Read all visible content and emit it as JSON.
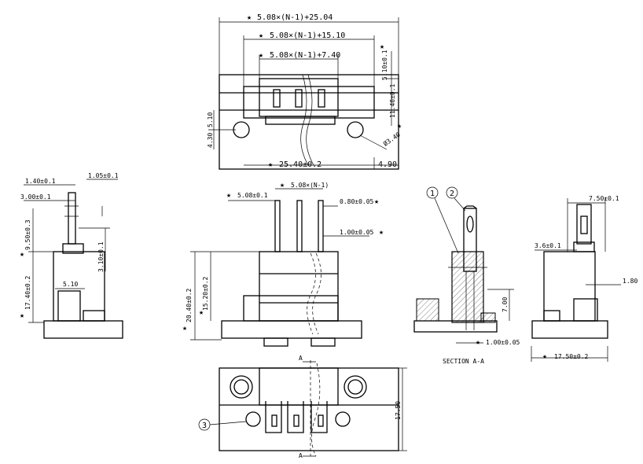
{
  "dimensions": {
    "top_overall": "5.08×(N-1)+25.04",
    "top_mid": "5.08×(N-1)+15.10",
    "top_inner": "5.08×(N-1)+7.40",
    "top_5_10": "5.10±0.1",
    "top_11_40": "11.40±0.1",
    "left_5_10": "5.10",
    "left_4_30": "4.30",
    "hole": "Ø3.40",
    "bottom_25_40": "25.40±0.2",
    "bottom_4_90": "4.90",
    "side_1_40": "1.40±0.1",
    "side_1_05": "1.05±0.1",
    "side_3_00": "3.00±0.1",
    "side_9_50": "9.50±0.3",
    "side_17_40": "17.40±0.2",
    "side_3_10": "3.10±0.1",
    "side_5_10": "5.10",
    "front_pitch_n": "5.08×(N-1)",
    "front_pitch": "5.08±0.1",
    "front_0_80": "0.80±0.05",
    "front_1_00": "1.00±0.05",
    "front_20_40": "20.40±0.2",
    "front_15_20": "15.20±0.2",
    "sect_7_00": "7.00",
    "sect_1_00": "1.00±0.05",
    "sect_label": "SECTION A-A",
    "right_7_50": "7.50±0.1",
    "right_3_6": "3.6±0.1",
    "right_1_80": "1.80",
    "right_17_50": "17.50±0.2",
    "bottom_17_50": "17.50",
    "section_mark": "A"
  },
  "callouts": {
    "c1": "1",
    "c2": "2",
    "c3": "3"
  },
  "symbols": {
    "star": "★"
  }
}
